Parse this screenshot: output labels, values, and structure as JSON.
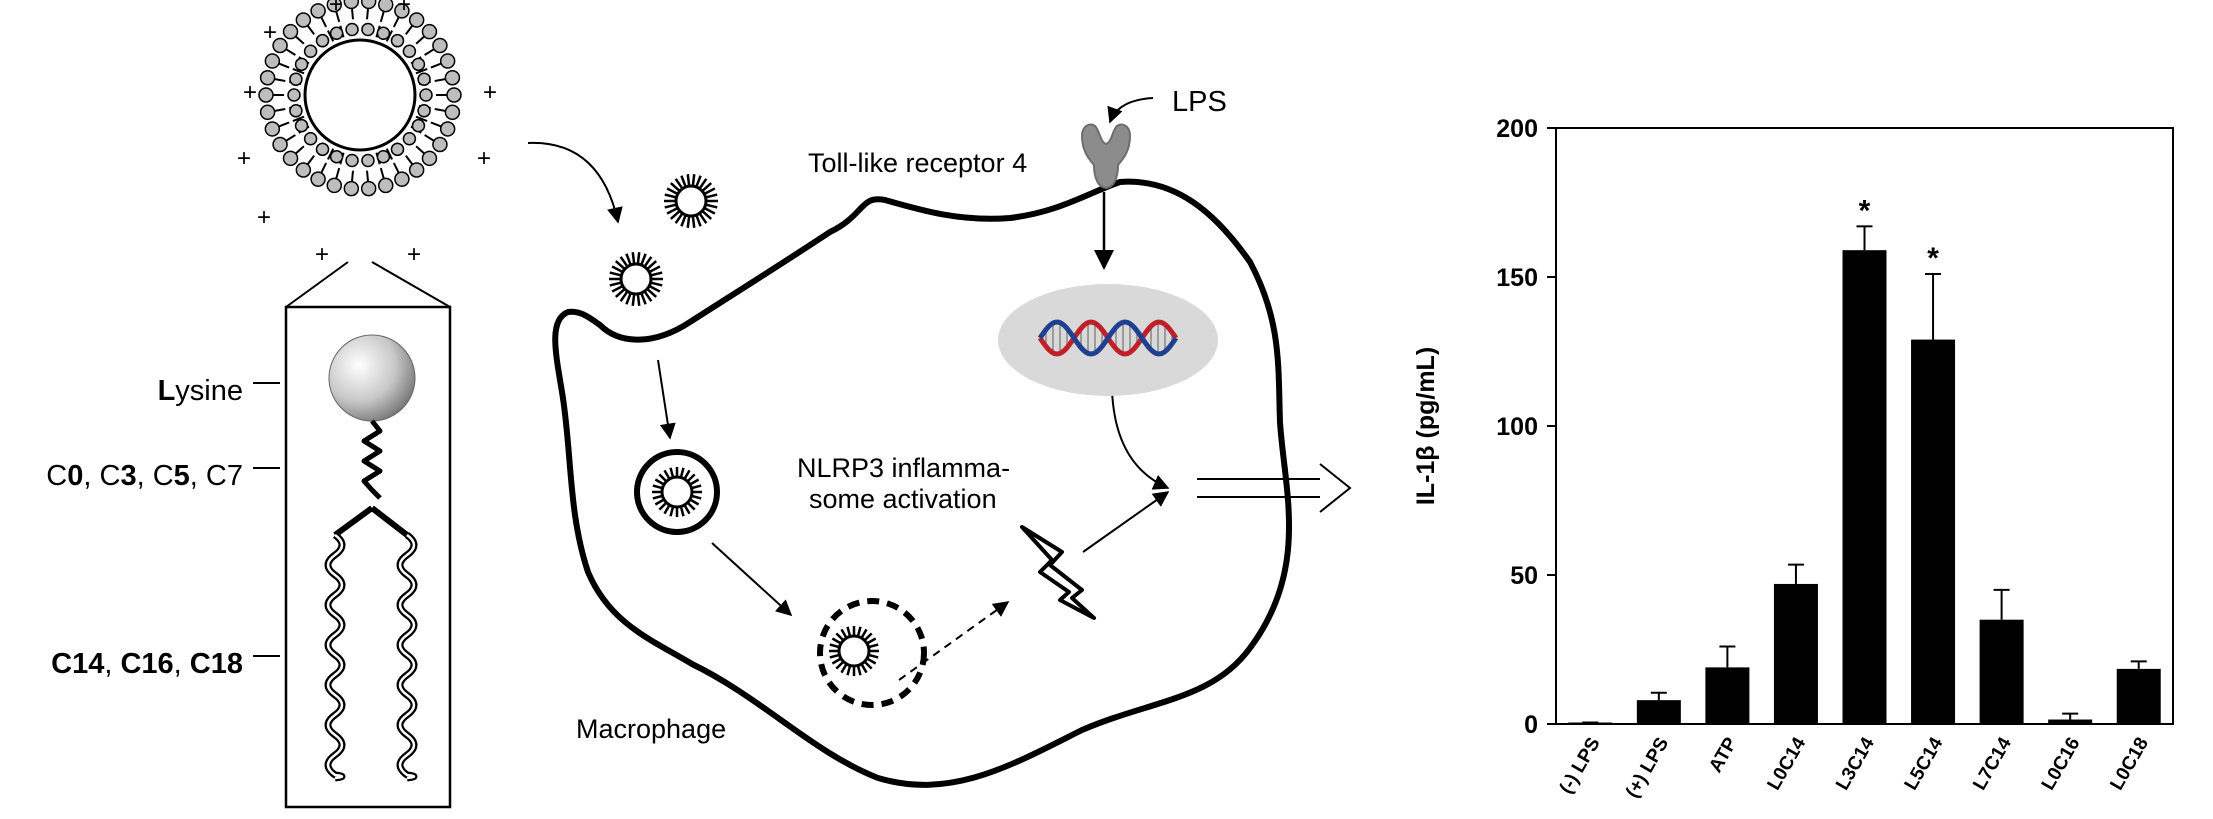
{
  "liposome": {
    "charge_symbol": "+",
    "labels": [
      {
        "parts": [
          {
            "t": "L",
            "b": true
          },
          {
            "t": "ysine",
            "b": false
          }
        ]
      },
      {
        "parts": [
          {
            "t": "C",
            "b": false
          },
          {
            "t": "0",
            "b": true
          },
          {
            "t": ", C",
            "b": false
          },
          {
            "t": "3",
            "b": true
          },
          {
            "t": ", C",
            "b": false
          },
          {
            "t": "5",
            "b": true
          },
          {
            "t": ", C",
            "b": false
          },
          {
            "t": "7",
            "b": false
          }
        ]
      },
      {
        "parts": [
          {
            "t": "C14",
            "b": true
          },
          {
            "t": ", ",
            "b": false
          },
          {
            "t": "C16",
            "b": true
          },
          {
            "t": ", ",
            "b": false
          },
          {
            "t": "C18",
            "b": true
          }
        ]
      }
    ]
  },
  "cell": {
    "lps_label": "LPS",
    "receptor_label": "Toll-like receptor 4",
    "nlrp3_line1": "NLRP3 inflamma-",
    "nlrp3_line2": "some activation",
    "macrophage_label": "Macrophage",
    "colors": {
      "nucleus": "#d9d9d9",
      "receptor": "#8c8c8c",
      "dna_red": "#c0202a",
      "dna_blue": "#1f3f8f"
    }
  },
  "chart_data": {
    "type": "bar",
    "categories": [
      "(-) LPS",
      "(+) LPS",
      "ATP",
      "L0C14",
      "L3C14",
      "L5C14",
      "L7C14",
      "L0C16",
      "L0C18"
    ],
    "values": [
      0,
      8,
      19,
      47,
      159,
      129,
      35,
      1.5,
      18.5
    ],
    "errors": [
      0.5,
      2.5,
      7,
      6.5,
      8,
      22,
      10,
      2,
      2.5
    ],
    "significant": [
      false,
      false,
      false,
      false,
      true,
      true,
      false,
      false,
      false
    ],
    "significance_symbol": "*",
    "ylabel": "IL-1β (pg/mL)",
    "ylim": [
      0,
      200
    ],
    "yticks": [
      0,
      50,
      100,
      150,
      200
    ],
    "bar_color": "#000000"
  }
}
